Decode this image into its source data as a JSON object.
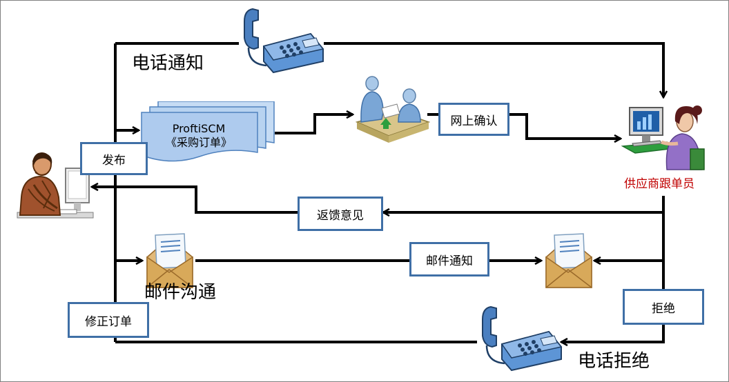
{
  "labels": {
    "phone_notify": "电话通知",
    "publish": "发布",
    "online_confirm": "网上确认",
    "supplier_follower": "供应商跟单员",
    "feedback": "返馈意见",
    "email_notify": "邮件通知",
    "email_communicate": "邮件沟通",
    "revise_order": "修正订单",
    "reject": "拒绝",
    "phone_reject": "电话拒绝"
  },
  "document": {
    "line1": "ProftiSCM",
    "line2": "《采购订单》"
  },
  "colors": {
    "box_border": "#3f6fa6",
    "arrow": "#000000",
    "supplier_label": "#c00000",
    "document_fill": "#aecbee"
  },
  "icons": {
    "buyer": "buyer-at-desk-icon",
    "phone": "telephone-icon",
    "meeting": "meeting-handover-icon",
    "supplier": "supplier-at-computer-icon",
    "envelope": "open-envelope-icon",
    "document": "document-stack-icon"
  }
}
